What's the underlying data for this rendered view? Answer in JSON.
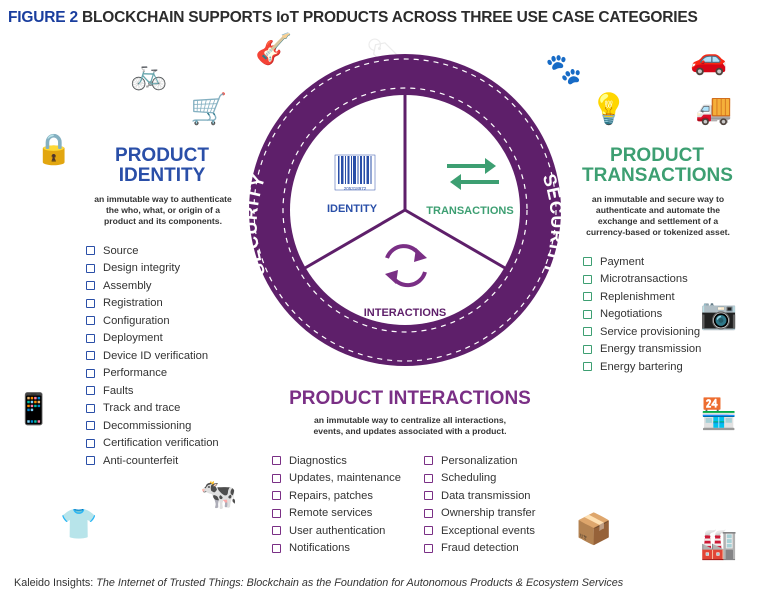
{
  "figure": {
    "label": "FIGURE 2",
    "title": "BLOCKCHAIN SUPPORTS IoT PRODUCTS ACROSS THREE USE CASE CATEGORIES"
  },
  "colors": {
    "identity": "#2a4fa8",
    "transactions": "#3d9f72",
    "interactions": "#7a2f85",
    "ring": "#5e1f6a"
  },
  "ring_label": "SECURITY",
  "wheel": {
    "identity_label": "IDENTITY",
    "transactions_label": "TRANSACTIONS",
    "interactions_label": "INTERACTIONS",
    "barcode_number": "205318972"
  },
  "identity": {
    "heading_line1": "PRODUCT",
    "heading_line2": "IDENTITY",
    "desc_line1": "an immutable way to authenticate",
    "desc_line2": "the who, what, or origin of a",
    "desc_line3": "product and its components.",
    "items": [
      "Source",
      "Design integrity",
      "Assembly",
      "Registration",
      "Configuration",
      "Deployment",
      "Device ID verification",
      "Performance",
      "Faults",
      "Track and trace",
      "Decommissioning",
      "Certification verification",
      "Anti-counterfeit"
    ]
  },
  "transactions": {
    "heading_line1": "PRODUCT",
    "heading_line2": "TRANSACTIONS",
    "desc_line1": "an immutable and secure way to",
    "desc_line2": "authenticate and automate the",
    "desc_line3": "exchange and settlement of a",
    "desc_line4": "currency-based or tokenized asset.",
    "items": [
      "Payment",
      "Microtransactions",
      "Replenishment",
      "Negotiations",
      "Service provisioning",
      "Energy transmission",
      "Energy bartering"
    ]
  },
  "interactions": {
    "heading": "PRODUCT INTERACTIONS",
    "desc_line1": "an immutable way to centralize all interactions,",
    "desc_line2": "events, and updates associated with a product.",
    "items_col1": [
      "Diagnostics",
      "Updates, maintenance",
      "Repairs, patches",
      "Remote services",
      "User authentication",
      "Notifications"
    ],
    "items_col2": [
      "Personalization",
      "Scheduling",
      "Data transmission",
      "Ownership transfer",
      "Exceptional events",
      "Fraud detection"
    ]
  },
  "footer": {
    "source": "Kaleido Insights:",
    "title": "The Internet of Trusted Things: Blockchain as the Foundation for Autonomous Products & Ecosystem Services"
  }
}
